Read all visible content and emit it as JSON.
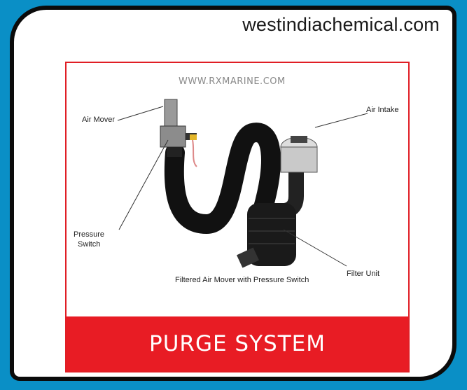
{
  "site": {
    "text": "westindiachemical.com"
  },
  "figure": {
    "watermark": "WWW.RXMARINE.COM",
    "labels": {
      "air_mover": "Air Mover",
      "air_intake": "Air Intake",
      "pressure_switch_1": "Pressure",
      "pressure_switch_2": "Switch",
      "caption": "Filtered Air Mover with Pressure Switch",
      "filter_unit": "Filter Unit"
    },
    "banner": "PURGE SYSTEM"
  },
  "colors": {
    "page_background": "#0a8fc6",
    "card_border": "#0b0b0b",
    "frame_red": "#e01e25",
    "banner_red": "#e81c24"
  }
}
